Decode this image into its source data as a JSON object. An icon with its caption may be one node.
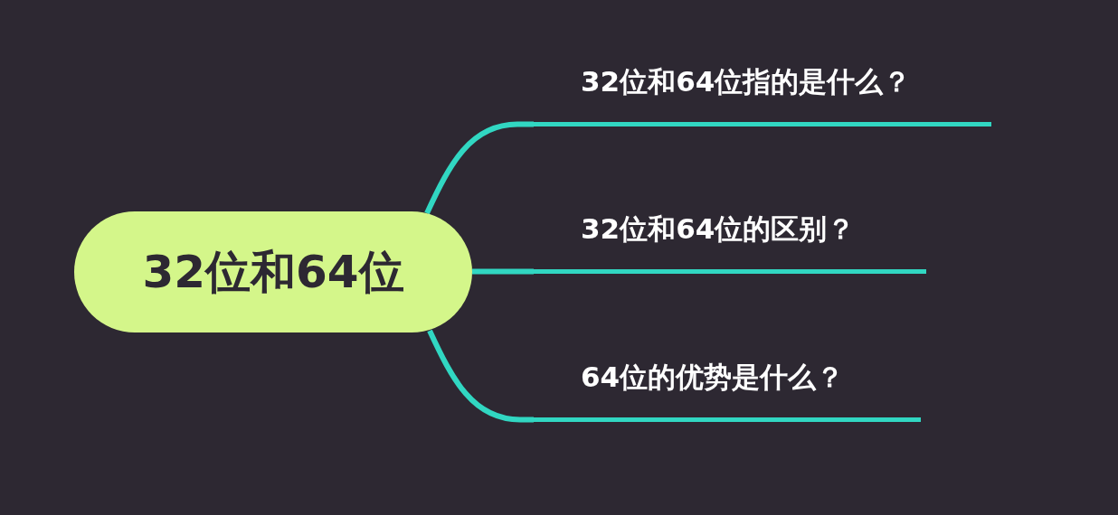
{
  "diagram": {
    "nodes": [
      {
        "text": [
          "32位和64位"
        ]
      },
      {
        "text": [
          "32位和64位指的是什么？"
        ]
      },
      {
        "text": [
          "32位和64位的区别？"
        ]
      },
      {
        "text": [
          "64位的优势是什么？"
        ]
      }
    ],
    "edges": [
      {
        "from": 0,
        "to": 1,
        "arrow": "none"
      },
      {
        "from": 0,
        "to": 2,
        "arrow": "none"
      },
      {
        "from": 0,
        "to": 3,
        "arrow": "none"
      }
    ]
  }
}
